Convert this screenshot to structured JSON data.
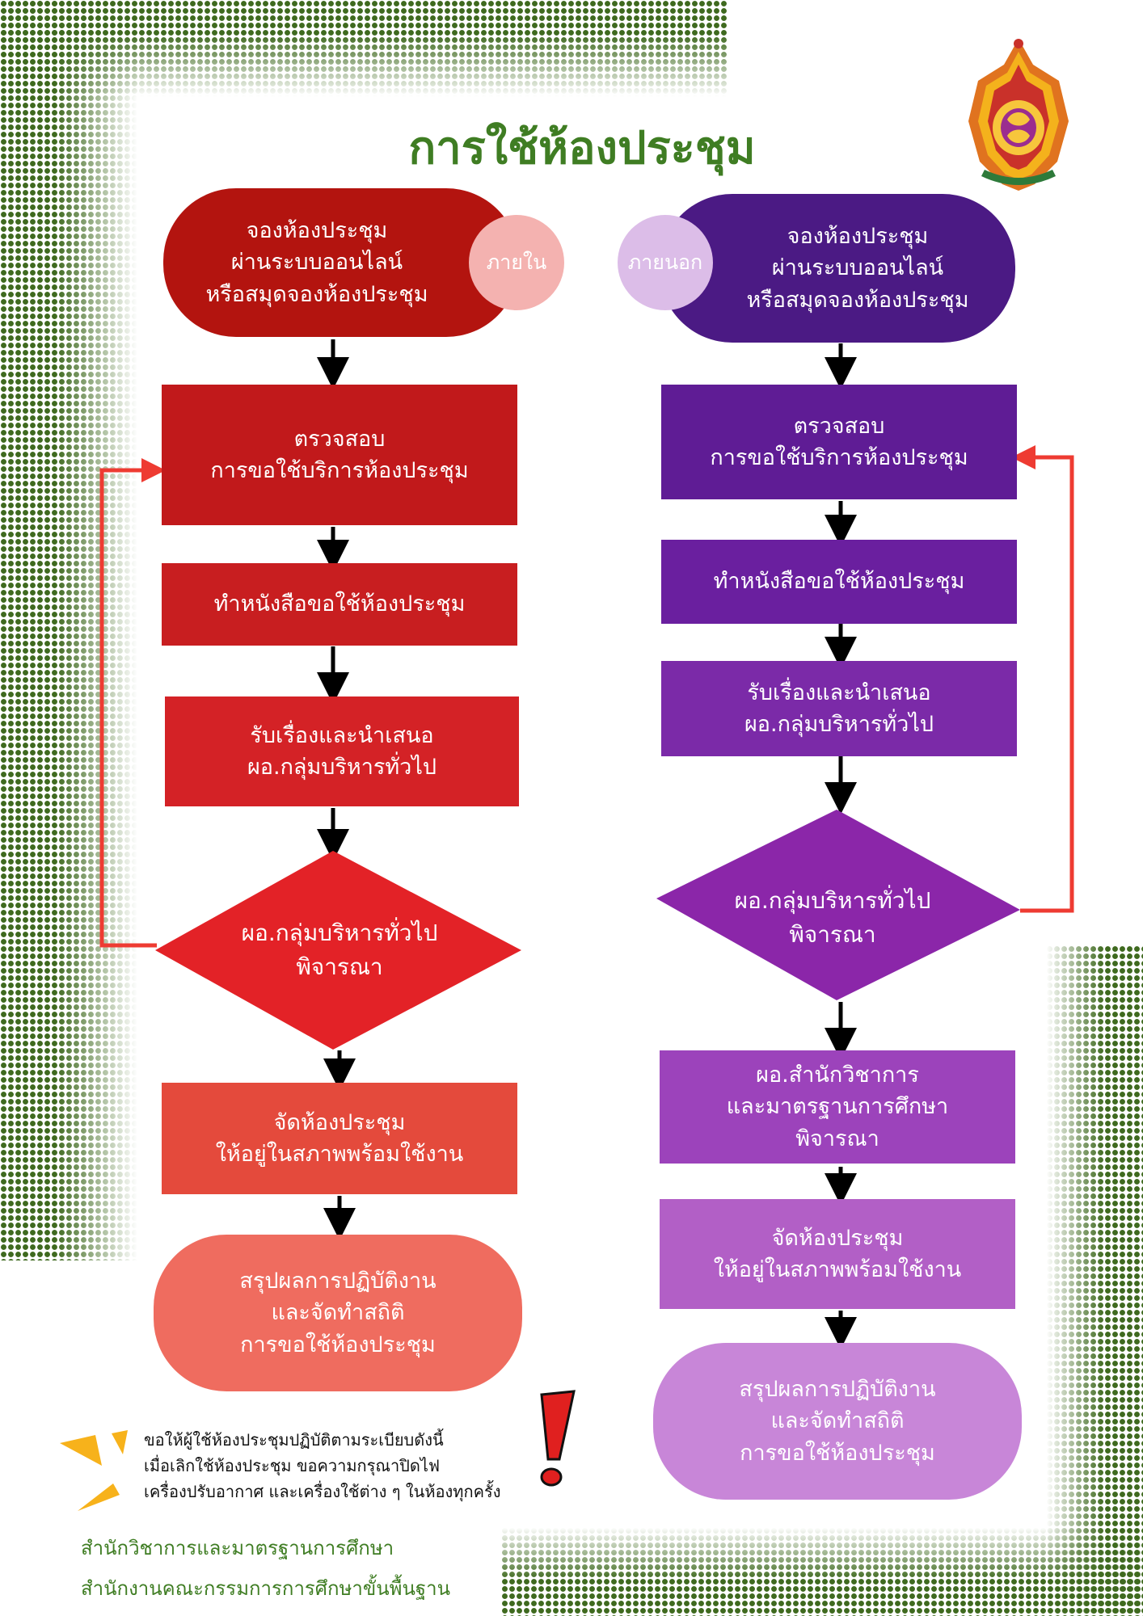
{
  "title": "การใช้ห้องประชุม",
  "colors": {
    "green": "#3f7d23",
    "red_dark": "#b3140f",
    "red": "#d42226",
    "red_light": "#e44a3c",
    "salmon": "#ef6c5f",
    "purple_dark": "#4b1a84",
    "purple": "#6a1f9f",
    "purple_mid": "#7b2aa8",
    "purple_light": "#a349c0",
    "lilac": "#c886d8",
    "arrow_red": "#ee3b32"
  },
  "left": {
    "badge": "ภายใน",
    "start": [
      "จองห้องประชุม",
      "ผ่านระบบออนไลน์",
      "หรือสมุดจองห้องประชุม"
    ],
    "check": [
      "ตรวจสอบ",
      "การขอใช้บริการห้องประชุม"
    ],
    "letter": "ทำหนังสือขอใช้ห้องประชุม",
    "receive": [
      "รับเรื่องและนำเสนอ",
      "ผอ.กลุ่มบริหารทั่วไป"
    ],
    "decision": [
      "ผอ.กลุ่มบริหารทั่วไป",
      "พิจารณา"
    ],
    "prepare": [
      "จัดห้องประชุม",
      "ให้อยู่ในสภาพพร้อมใช้งาน"
    ],
    "end": [
      "สรุปผลการปฏิบัติงาน",
      "และจัดทำสถิติ",
      "การขอใช้ห้องประชุม"
    ]
  },
  "right": {
    "badge": "ภายนอก",
    "start": [
      "จองห้องประชุม",
      "ผ่านระบบออนไลน์",
      "หรือสมุดจองห้องประชุม"
    ],
    "check": [
      "ตรวจสอบ",
      "การขอใช้บริการห้องประชุม"
    ],
    "letter": "ทำหนังสือขอใช้ห้องประชุม",
    "receive": [
      "รับเรื่องและนำเสนอ",
      "ผอ.กลุ่มบริหารทั่วไป"
    ],
    "decision": [
      "ผอ.กลุ่มบริหารทั่วไป",
      "พิจารณา"
    ],
    "academic": [
      "ผอ.สำนักวิชาการ",
      "และมาตรฐานการศึกษา",
      "พิจารณา"
    ],
    "prepare": [
      "จัดห้องประชุม",
      "ให้อยู่ในสภาพพร้อมใช้งาน"
    ],
    "end": [
      "สรุปผลการปฏิบัติงาน",
      "และจัดทำสถิติ",
      "การขอใช้ห้องประชุม"
    ]
  },
  "note": [
    "ขอให้ผู้ใช้ห้องประชุมปฏิบัติตามระเบียบดังนี้",
    "เมื่อเลิกใช้ห้องประชุม ขอความกรุณาปิดไฟ",
    "เครื่องปรับอากาศ และเครื่องใช้ต่าง ๆ ในห้องทุกครั้ง"
  ],
  "footer": [
    "สำนักวิชาการและมาตรฐานการศึกษา",
    "สำนักงานคณะกรรมการการศึกษาขั้นพื้นฐาน"
  ]
}
